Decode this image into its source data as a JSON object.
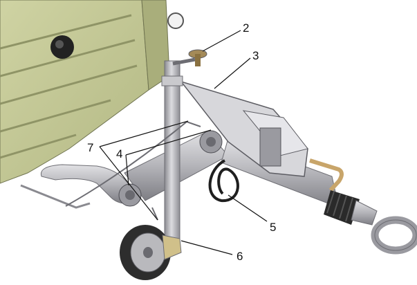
{
  "figure": {
    "callouts": [
      {
        "id": "2",
        "label": "2"
      },
      {
        "id": "3",
        "label": "3"
      },
      {
        "id": "4",
        "label": "4"
      },
      {
        "id": "5",
        "label": "5"
      },
      {
        "id": "6",
        "label": "6"
      },
      {
        "id": "7",
        "label": "7"
      }
    ]
  },
  "colors": {
    "housing": "#c9cd9c",
    "housing_dark": "#a6ab78",
    "metal": "#b9b9bd",
    "metal_dark": "#7c7c82",
    "bellows": "#2a2a2a",
    "handle": "#c8a56a"
  }
}
